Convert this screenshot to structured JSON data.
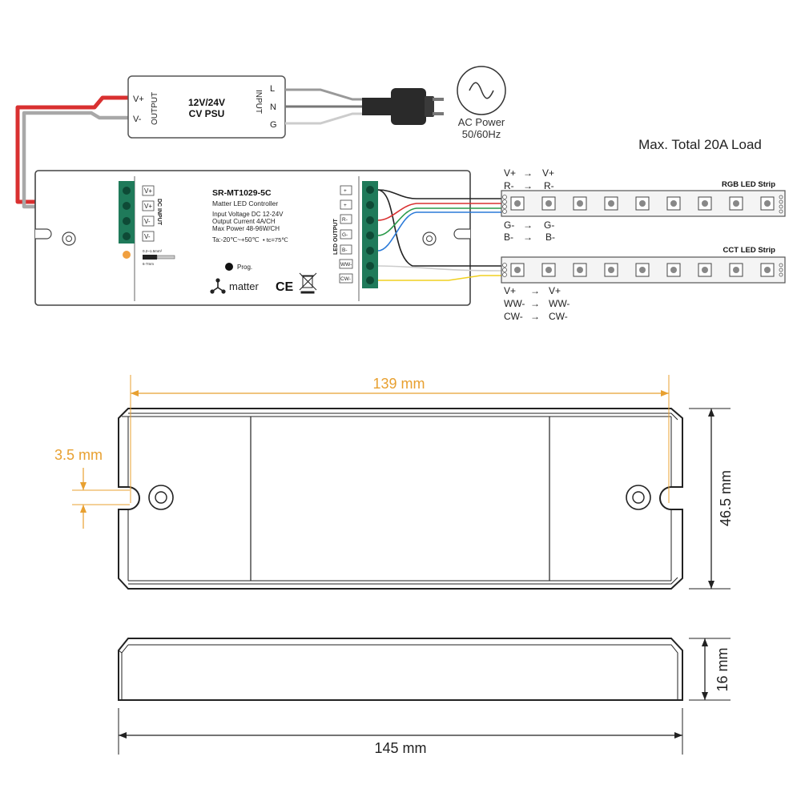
{
  "psu": {
    "title_line1": "12V/24V",
    "title_line2": "CV PSU",
    "output_label": "OUTPUT",
    "input_label": "INPUT",
    "v_plus": "V+",
    "v_minus": "V-",
    "l": "L",
    "n": "N",
    "g": "G"
  },
  "ac": {
    "line1": "AC Power",
    "line2": "50/60Hz",
    "icon": "sine-wave-icon"
  },
  "load_note": "Max. Total 20A Load",
  "controller": {
    "model": "SR-MT1029-5C",
    "subtitle": "Matter LED Controller",
    "spec1": "Input Voltage DC 12-24V",
    "spec2": "Output Current 4A/CH",
    "spec3": "Max Power 48-96W/CH",
    "temp_a": "Ta:-20℃~+50℃",
    "temp_c": "• tc=75℃",
    "prog": "Prog.",
    "matter": "matter",
    "ce": "CE",
    "dc_input": "DC INPUT",
    "led_output": "LED OUTPUT",
    "in_terms": [
      "V+",
      "V+",
      "V-",
      "V-"
    ],
    "out_terms": [
      "+",
      "+",
      "R-",
      "G-",
      "B-",
      "WW-",
      "CW-"
    ],
    "wire_spec1": "0.2~1.5mm²",
    "wire_spec2": "6-7mm",
    "colors": {
      "terminal": "#1f7a5a",
      "led": "#f0a040",
      "wire_red": "#d93030",
      "wire_gray": "#aaaaaa"
    }
  },
  "rgb_strip": {
    "label": "RGB LED Strip",
    "top1_left": "V+",
    "top1_right": "V+",
    "top2_left": "R-",
    "top2_right": "R-",
    "bot1_left": "G-",
    "bot1_right": "G-",
    "bot2_left": "B-",
    "bot2_right": "B-",
    "arrow": "→"
  },
  "cct_strip": {
    "label": "CCT LED Strip",
    "row1_left": "V+",
    "row1_right": "V+",
    "row2_left": "WW-",
    "row2_right": "WW-",
    "row3_left": "CW-",
    "row3_right": "CW-",
    "arrow": "→"
  },
  "dimensions": {
    "width_inner": "139 mm",
    "hole": "3.5 mm",
    "height": "46.5 mm",
    "thickness": "16 mm",
    "length": "145 mm",
    "accent": "#e8a030"
  }
}
